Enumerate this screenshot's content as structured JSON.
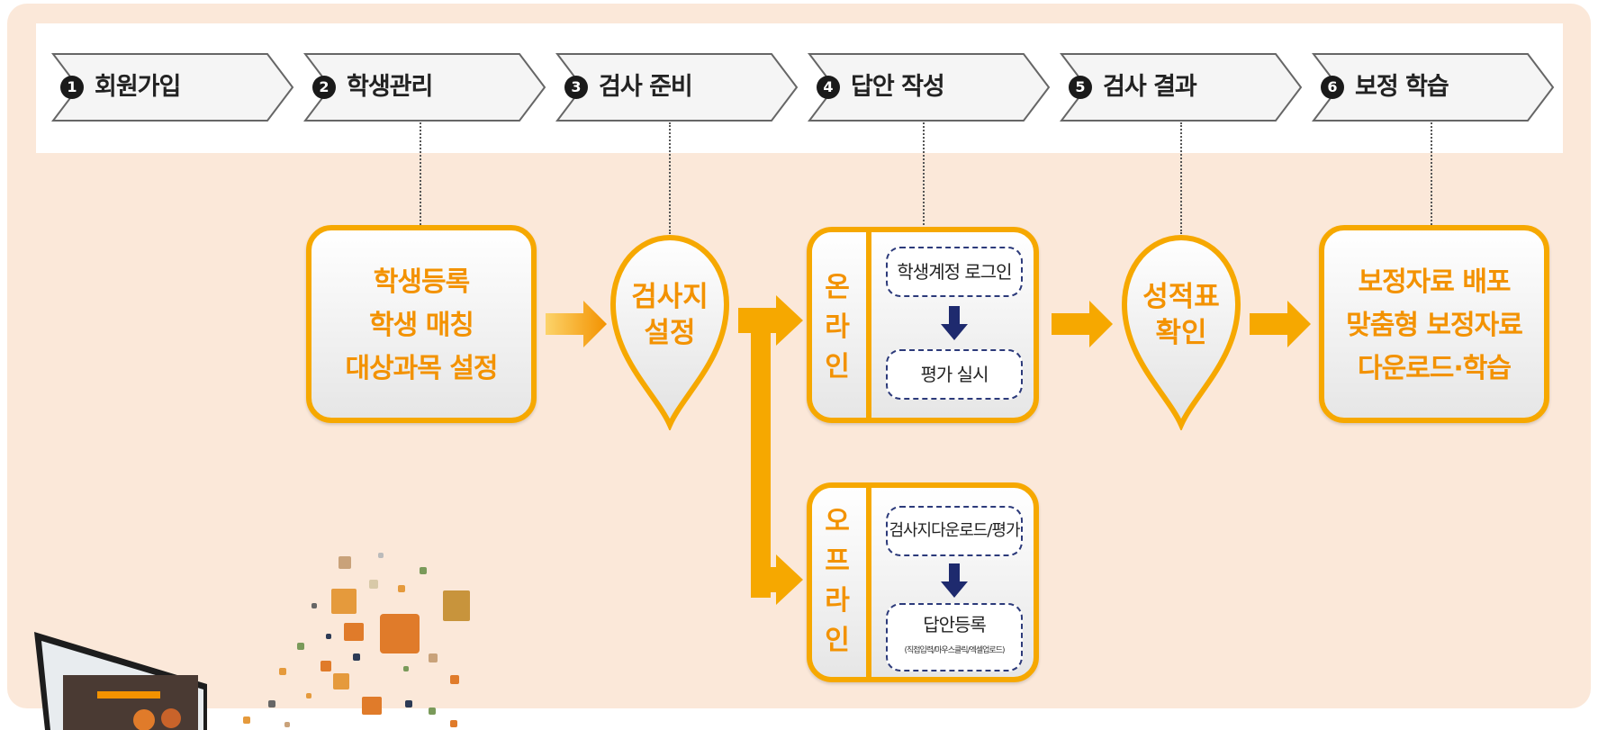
{
  "steps": [
    {
      "num": "1",
      "label": "회원가입"
    },
    {
      "num": "2",
      "label": "학생관리"
    },
    {
      "num": "3",
      "label": "검사 준비"
    },
    {
      "num": "4",
      "label": "답안 작성"
    },
    {
      "num": "5",
      "label": "검사 결과"
    },
    {
      "num": "6",
      "label": "보정 학습"
    }
  ],
  "boxes": {
    "student": [
      "학생등록",
      "학생 매칭",
      "대상과목 설정"
    ],
    "test_paper": [
      "검사지",
      "설정"
    ],
    "online": {
      "label": [
        "온",
        "라",
        "인"
      ],
      "steps": [
        "학생계정 로그인",
        "평가 실시"
      ]
    },
    "offline": {
      "label": [
        "오",
        "프",
        "라",
        "인"
      ],
      "steps": [
        "검사지다운로드/평가",
        "답안등록"
      ],
      "note": "(직접입력/마우스클릭/엑셀업로드)"
    },
    "result": [
      "성적표",
      "확인"
    ],
    "remedial": [
      "보정자료 배포",
      "맞춤형 보정자료",
      "다운로드·학습"
    ]
  },
  "colors": {
    "accent": "#f6a800",
    "text_accent": "#f39200",
    "panel": "#fbe8d9",
    "arrow_dark": "#1e2a6e"
  }
}
